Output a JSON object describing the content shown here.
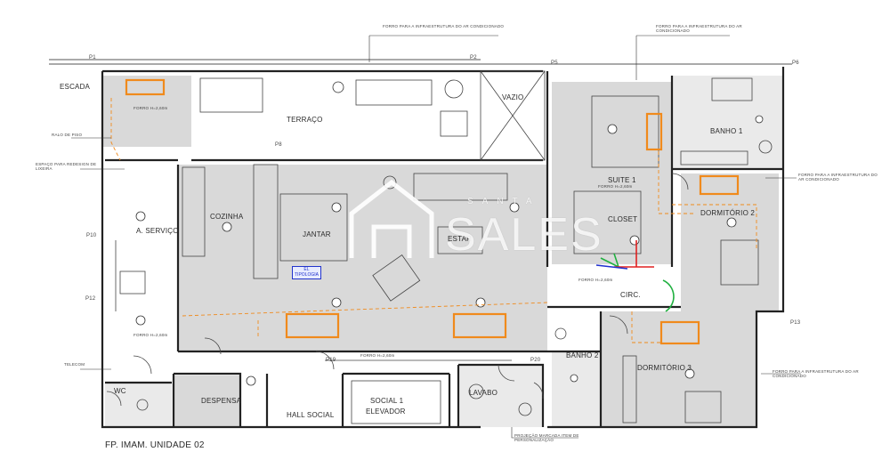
{
  "rooms": {
    "escada": "ESCADA",
    "terraco": "TERRAÇO",
    "vazio": "VAZIO",
    "suite": "SUITE 1",
    "banho1": "BANHO 1",
    "cozinha": "COZINHA",
    "jantar": "JANTAR",
    "estar": "ESTAR",
    "closet": "CLOSET",
    "dormitorio2": "DORMITÓRIO 2",
    "servico": "A. SERVIÇO",
    "circ": "CIRC.",
    "banho2": "BANHO 2",
    "dormitorio3": "DORMITÓRIO 3",
    "despensa": "DESPENSA",
    "hall": "HALL SOCIAL",
    "social": "SOCIAL 1",
    "elevador": "ELEVADOR",
    "lavabo": "LAVABO",
    "wc": "WC"
  },
  "pillars": {
    "p1": "P1",
    "p2": "P2",
    "p5": "P5",
    "p6": "P6",
    "p8": "P8",
    "p10": "P10",
    "p12": "P12",
    "p13": "P13",
    "p19": "P19",
    "p20": "P20"
  },
  "notes": {
    "top_center": "FORRO PARA A INFRAESTRUTURA DO AR CONDICIONADO",
    "top_right": "FORRO PARA A INFRAESTRUTURA DO AR CONDICIONADO",
    "right_mid": "FORRO PARA A INFRAESTRUTURA DO AR CONDICIONADO",
    "right_low": "FORRO PARA A INFRAESTRUTURA DO AR CONDICIONADO",
    "left_ralo": "RALO DE PISO",
    "left_espaco": "ESPAÇO PARA REDESIGN DE LIXEIRA",
    "left_telecom": "TELECOM",
    "bottom_proj": "PROJEÇÃO MARCADA ITEM DE PERSONALIZAÇÃO",
    "forro_h": "FORRO H=2,60m"
  },
  "tag": {
    "line1": "EL",
    "line2": "TIPOLOGIA"
  },
  "watermark": {
    "brand": "SALES",
    "prefix": "SANTA"
  },
  "footer": {
    "caption": "FP. IMAM. UNIDADE 02"
  }
}
